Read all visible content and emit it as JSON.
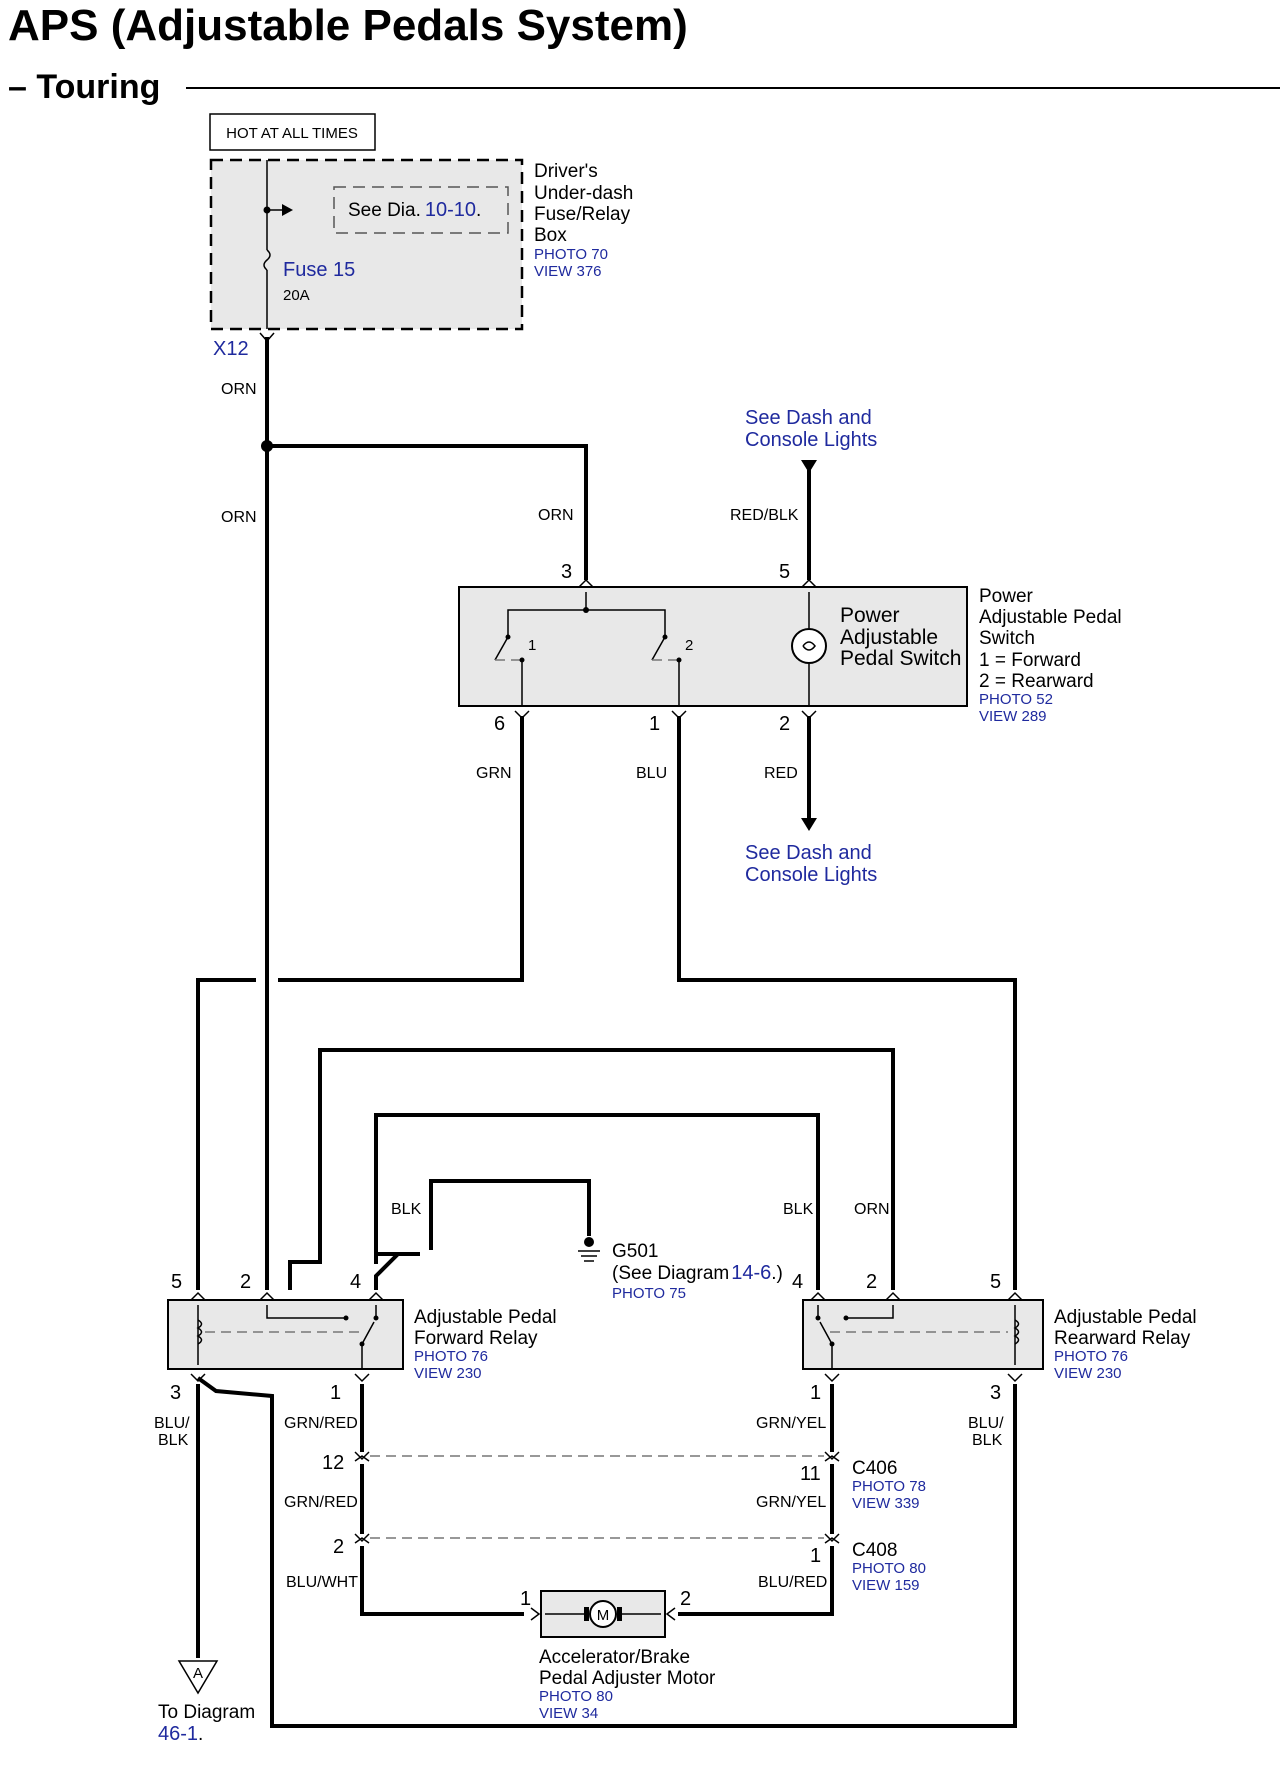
{
  "header": {
    "title": "APS (Adjustable Pedals System)",
    "subtitle": "– Touring"
  },
  "fuse_box": {
    "hot_label": "HOT AT ALL TIMES",
    "see_dia_prefix": "See Dia.",
    "see_dia_ref": "10-10",
    "see_dia_suffix": ".",
    "fuse_name": "Fuse 15",
    "fuse_rating": "20A",
    "name_lines": [
      "Driver's",
      "Under-dash",
      "Fuse/Relay",
      "Box"
    ],
    "photo": "PHOTO 70",
    "view": "VIEW 376",
    "connector": "X12"
  },
  "wires": {
    "orn_1": "ORN",
    "orn_2": "ORN",
    "orn_3": "ORN",
    "red_blk": "RED/BLK",
    "grn": "GRN",
    "blu": "BLU",
    "red": "RED",
    "blk_left": "BLK",
    "blk_right": "BLK",
    "orn_right": "ORN",
    "blu_blk_left": [
      "BLU/",
      "BLK"
    ],
    "blu_blk_right": [
      "BLU/",
      "BLK"
    ],
    "grn_red_1": "GRN/RED",
    "grn_red_2": "GRN/RED",
    "grn_yel_1": "GRN/YEL",
    "grn_yel_2": "GRN/YEL",
    "blu_wht": "BLU/WHT",
    "blu_red": "BLU/RED"
  },
  "dash_lights_top": [
    "See Dash and",
    "Console Lights"
  ],
  "dash_lights_bottom": [
    "See Dash and",
    "Console Lights"
  ],
  "switch": {
    "inner_lines": [
      "Power",
      "Adjustable",
      "Pedal Switch"
    ],
    "name_lines": [
      "Power",
      "Adjustable Pedal",
      "Switch",
      "1 = Forward",
      "2 = Rearward"
    ],
    "photo": "PHOTO 52",
    "view": "VIEW 289",
    "pins": {
      "p3": "3",
      "p5": "5",
      "p6": "6",
      "p1": "1",
      "p2": "2"
    },
    "contact1": "1",
    "contact2": "2"
  },
  "ground": {
    "name": "G501",
    "see_prefix": "(See Diagram",
    "see_ref": "14-6",
    "see_suffix": ".)",
    "photo": "PHOTO 75"
  },
  "forward_relay": {
    "name_lines": [
      "Adjustable Pedal",
      "Forward Relay"
    ],
    "photo": "PHOTO 76",
    "view": "VIEW 230",
    "pins": {
      "p5": "5",
      "p2": "2",
      "p4": "4",
      "p3": "3",
      "p1": "1"
    }
  },
  "rearward_relay": {
    "name_lines": [
      "Adjustable Pedal",
      "Rearward Relay"
    ],
    "photo": "PHOTO 76",
    "view": "VIEW 230",
    "pins": {
      "p4": "4",
      "p2": "2",
      "p5": "5",
      "p1": "1",
      "p3": "3"
    }
  },
  "c406": {
    "name": "C406",
    "photo": "PHOTO 78",
    "view": "VIEW 339",
    "pin_left": "12",
    "pin_right": "11"
  },
  "c408": {
    "name": "C408",
    "photo": "PHOTO 80",
    "view": "VIEW 159",
    "pin_left": "2",
    "pin_right": "1"
  },
  "motor": {
    "symbol": "M",
    "name_lines": [
      "Accelerator/Brake",
      "Pedal Adjuster Motor"
    ],
    "photo": "PHOTO 80",
    "view": "VIEW 34",
    "pin1": "1",
    "pin2": "2"
  },
  "offpage": {
    "letter": "A",
    "to_text": "To Diagram",
    "ref": "46-1",
    "suffix": "."
  }
}
